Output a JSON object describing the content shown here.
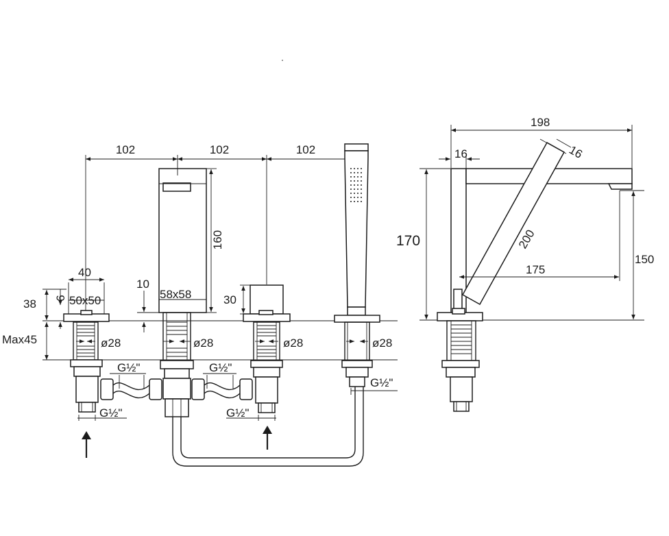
{
  "front_view": {
    "spacing_1": "102",
    "spacing_2": "102",
    "spacing_3": "102",
    "spout_height": "160",
    "spout_section": "58x58",
    "handle_width": "40",
    "handle_section": "50x50",
    "handle_height": "6",
    "base_height": "38",
    "gap": "10",
    "knob_height": "30",
    "max_deck": "Max45",
    "shank_1": "ø28",
    "shank_2": "ø28",
    "shank_3": "ø28",
    "shank_4": "ø28",
    "thread_1": "G½\"",
    "thread_2": "G½\"",
    "thread_3": "G½\"",
    "thread_4": "G½\"",
    "thread_5": "G½\""
  },
  "side_view": {
    "reach": "198",
    "column_width": "16",
    "diag_width": "16",
    "diag_length": "200",
    "total_height": "170",
    "spout_height": "150",
    "inner_reach": "175"
  }
}
